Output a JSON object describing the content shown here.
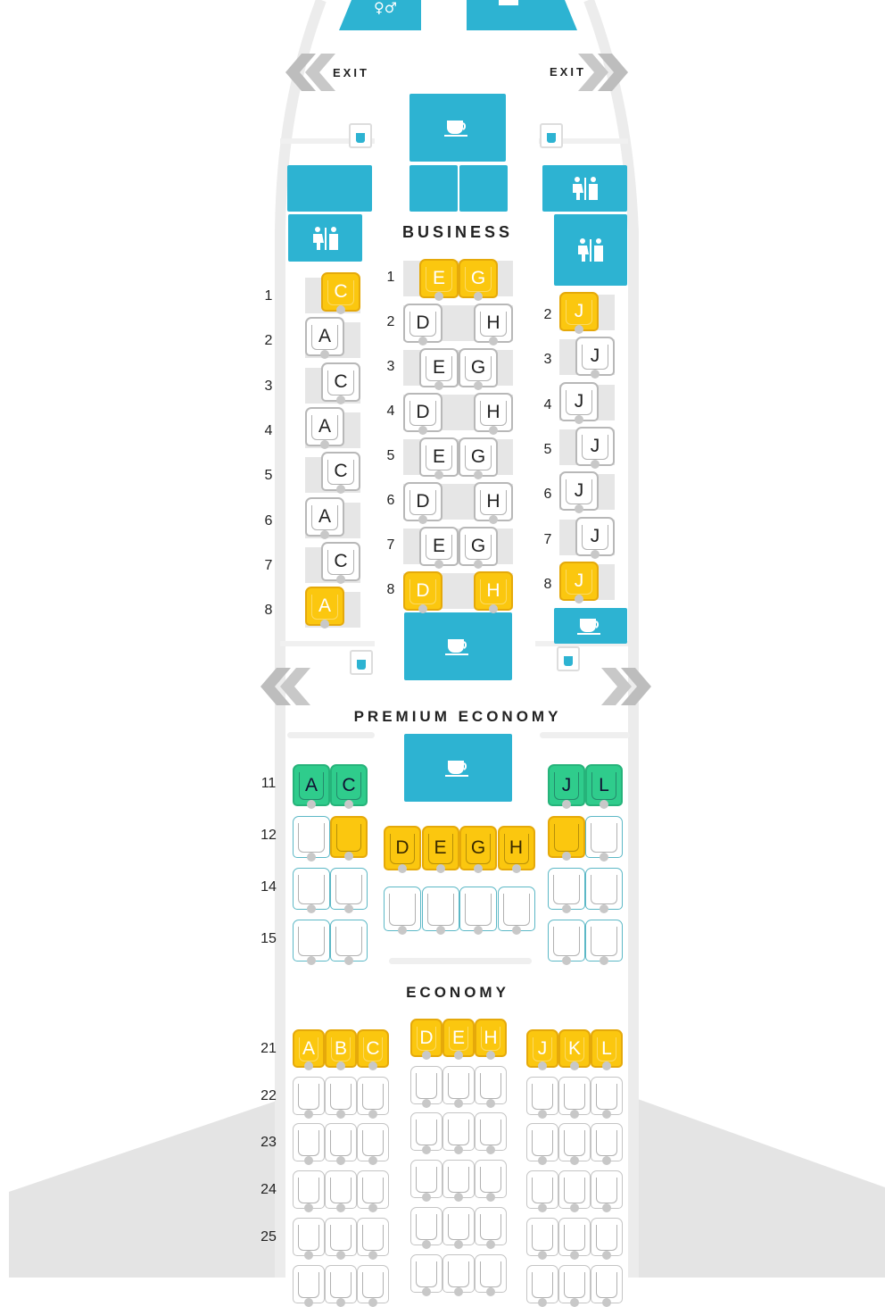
{
  "exits": {
    "left_label": "EXIT",
    "right_label": "EXIT"
  },
  "colors": {
    "facility": "#2db3d2",
    "preferred": "#fbc70f",
    "extra_legroom": "#2fcc8c",
    "fuselage": "#ececec"
  },
  "business": {
    "title": "BUSINESS",
    "rows": [
      {
        "num": "1",
        "left": [
          {
            "letter": "C",
            "status": "yellow"
          }
        ],
        "center": [
          {
            "letter": "E",
            "status": "yellow"
          },
          {
            "letter": "G",
            "status": "yellow"
          }
        ],
        "right": []
      },
      {
        "num": "2",
        "left": [
          {
            "letter": "A",
            "status": "standard"
          }
        ],
        "center": [
          {
            "letter": "D",
            "status": "standard"
          },
          {
            "letter": "H",
            "status": "standard"
          }
        ],
        "right": [
          {
            "letter": "J",
            "status": "yellow"
          }
        ]
      },
      {
        "num": "3",
        "left": [
          {
            "letter": "C",
            "status": "standard"
          }
        ],
        "center": [
          {
            "letter": "E",
            "status": "standard"
          },
          {
            "letter": "G",
            "status": "standard"
          }
        ],
        "right": [
          {
            "letter": "J",
            "status": "standard"
          }
        ]
      },
      {
        "num": "4",
        "left": [
          {
            "letter": "A",
            "status": "standard"
          }
        ],
        "center": [
          {
            "letter": "D",
            "status": "standard"
          },
          {
            "letter": "H",
            "status": "standard"
          }
        ],
        "right": [
          {
            "letter": "J",
            "status": "standard"
          }
        ]
      },
      {
        "num": "5",
        "left": [
          {
            "letter": "C",
            "status": "standard"
          }
        ],
        "center": [
          {
            "letter": "E",
            "status": "standard"
          },
          {
            "letter": "G",
            "status": "standard"
          }
        ],
        "right": [
          {
            "letter": "J",
            "status": "standard"
          }
        ]
      },
      {
        "num": "6",
        "left": [
          {
            "letter": "A",
            "status": "standard"
          }
        ],
        "center": [
          {
            "letter": "D",
            "status": "standard"
          },
          {
            "letter": "H",
            "status": "standard"
          }
        ],
        "right": [
          {
            "letter": "J",
            "status": "standard"
          }
        ]
      },
      {
        "num": "7",
        "left": [
          {
            "letter": "C",
            "status": "standard"
          }
        ],
        "center": [
          {
            "letter": "E",
            "status": "standard"
          },
          {
            "letter": "G",
            "status": "standard"
          }
        ],
        "right": [
          {
            "letter": "J",
            "status": "standard"
          }
        ]
      },
      {
        "num": "8",
        "left": [
          {
            "letter": "A",
            "status": "yellow"
          }
        ],
        "center": [
          {
            "letter": "D",
            "status": "yellow"
          },
          {
            "letter": "H",
            "status": "yellow"
          }
        ],
        "right": [
          {
            "letter": "J",
            "status": "yellow"
          }
        ]
      }
    ]
  },
  "premium_economy": {
    "title": "PREMIUM ECONOMY",
    "rows": [
      {
        "num": "11",
        "left": [
          {
            "letter": "A",
            "status": "green"
          },
          {
            "letter": "C",
            "status": "green"
          }
        ],
        "center": [],
        "right": [
          {
            "letter": "J",
            "status": "green"
          },
          {
            "letter": "L",
            "status": "green"
          }
        ]
      },
      {
        "num": "12",
        "left": [
          {
            "letter": "",
            "status": "standard"
          },
          {
            "letter": "",
            "status": "yellow"
          }
        ],
        "center": [
          {
            "letter": "D",
            "status": "yellow"
          },
          {
            "letter": "E",
            "status": "yellow"
          },
          {
            "letter": "G",
            "status": "yellow"
          },
          {
            "letter": "H",
            "status": "yellow"
          }
        ],
        "right": [
          {
            "letter": "",
            "status": "yellow"
          },
          {
            "letter": "",
            "status": "standard"
          }
        ]
      },
      {
        "num": "14",
        "left": [
          {
            "letter": "",
            "status": "standard"
          },
          {
            "letter": "",
            "status": "standard"
          }
        ],
        "center": [
          {
            "letter": "",
            "status": "standard"
          },
          {
            "letter": "",
            "status": "standard"
          },
          {
            "letter": "",
            "status": "standard"
          },
          {
            "letter": "",
            "status": "standard"
          }
        ],
        "right": [
          {
            "letter": "",
            "status": "standard"
          },
          {
            "letter": "",
            "status": "standard"
          }
        ]
      },
      {
        "num": "15",
        "left": [
          {
            "letter": "",
            "status": "standard"
          },
          {
            "letter": "",
            "status": "standard"
          }
        ],
        "center": [],
        "right": [
          {
            "letter": "",
            "status": "standard"
          },
          {
            "letter": "",
            "status": "standard"
          }
        ]
      }
    ]
  },
  "economy": {
    "title": "ECONOMY",
    "rows": [
      {
        "num": "21",
        "left": [
          {
            "letter": "A",
            "status": "yellow"
          },
          {
            "letter": "B",
            "status": "yellow"
          },
          {
            "letter": "C",
            "status": "yellow"
          }
        ],
        "center": [
          {
            "letter": "D",
            "status": "yellow"
          },
          {
            "letter": "E",
            "status": "yellow"
          },
          {
            "letter": "H",
            "status": "yellow"
          }
        ],
        "right": [
          {
            "letter": "J",
            "status": "yellow"
          },
          {
            "letter": "K",
            "status": "yellow"
          },
          {
            "letter": "L",
            "status": "yellow"
          }
        ]
      },
      {
        "num": "22",
        "left": [
          {
            "letter": "",
            "status": "standard"
          },
          {
            "letter": "",
            "status": "standard"
          },
          {
            "letter": "",
            "status": "standard"
          }
        ],
        "center": [
          {
            "letter": "",
            "status": "standard"
          },
          {
            "letter": "",
            "status": "standard"
          },
          {
            "letter": "",
            "status": "standard"
          }
        ],
        "right": [
          {
            "letter": "",
            "status": "standard"
          },
          {
            "letter": "",
            "status": "standard"
          },
          {
            "letter": "",
            "status": "standard"
          }
        ]
      },
      {
        "num": "23",
        "left": [
          {
            "letter": "",
            "status": "standard"
          },
          {
            "letter": "",
            "status": "standard"
          },
          {
            "letter": "",
            "status": "standard"
          }
        ],
        "center": [
          {
            "letter": "",
            "status": "standard"
          },
          {
            "letter": "",
            "status": "standard"
          },
          {
            "letter": "",
            "status": "standard"
          }
        ],
        "right": [
          {
            "letter": "",
            "status": "standard"
          },
          {
            "letter": "",
            "status": "standard"
          },
          {
            "letter": "",
            "status": "standard"
          }
        ]
      },
      {
        "num": "24",
        "left": [
          {
            "letter": "",
            "status": "standard"
          },
          {
            "letter": "",
            "status": "standard"
          },
          {
            "letter": "",
            "status": "standard"
          }
        ],
        "center": [
          {
            "letter": "",
            "status": "standard"
          },
          {
            "letter": "",
            "status": "standard"
          },
          {
            "letter": "",
            "status": "standard"
          }
        ],
        "right": [
          {
            "letter": "",
            "status": "standard"
          },
          {
            "letter": "",
            "status": "standard"
          },
          {
            "letter": "",
            "status": "standard"
          }
        ]
      },
      {
        "num": "25",
        "left": [
          {
            "letter": "",
            "status": "standard"
          },
          {
            "letter": "",
            "status": "standard"
          },
          {
            "letter": "",
            "status": "standard"
          }
        ],
        "center": [
          {
            "letter": "",
            "status": "standard"
          },
          {
            "letter": "",
            "status": "standard"
          },
          {
            "letter": "",
            "status": "standard"
          }
        ],
        "right": [
          {
            "letter": "",
            "status": "standard"
          },
          {
            "letter": "",
            "status": "standard"
          },
          {
            "letter": "",
            "status": "standard"
          }
        ]
      },
      {
        "num": "",
        "left": [
          {
            "letter": "",
            "status": "standard"
          },
          {
            "letter": "",
            "status": "standard"
          },
          {
            "letter": "",
            "status": "standard"
          }
        ],
        "center": [
          {
            "letter": "",
            "status": "standard"
          },
          {
            "letter": "",
            "status": "standard"
          },
          {
            "letter": "",
            "status": "standard"
          }
        ],
        "right": [
          {
            "letter": "",
            "status": "standard"
          },
          {
            "letter": "",
            "status": "standard"
          },
          {
            "letter": "",
            "status": "standard"
          }
        ]
      }
    ]
  }
}
